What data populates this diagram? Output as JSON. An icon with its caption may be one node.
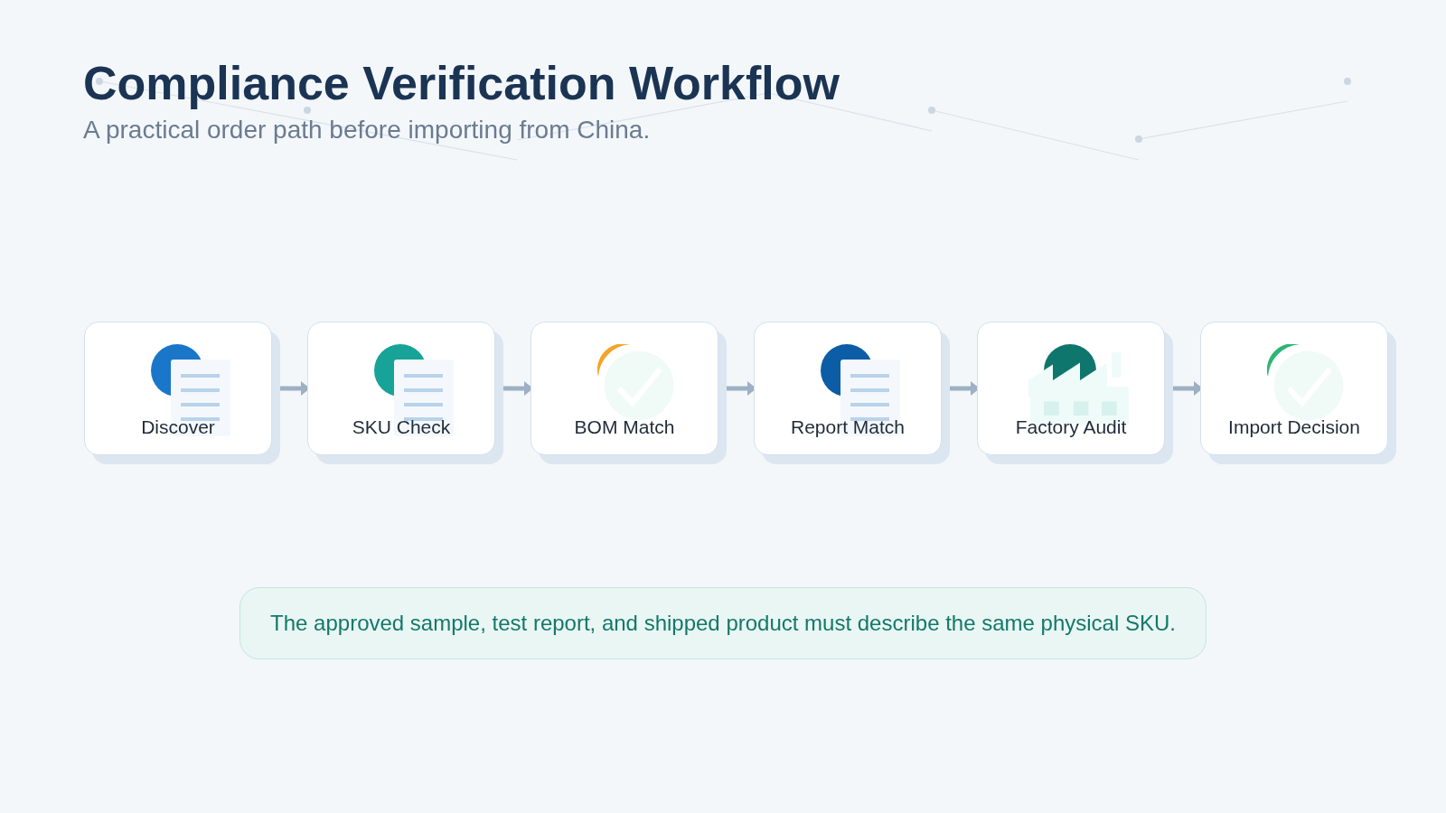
{
  "diagram": {
    "title": "Compliance Verification Workflow",
    "nodes": [
      {
        "text": [
          "Discover"
        ]
      },
      {
        "text": [
          "SKU Check"
        ]
      },
      {
        "text": [
          "BOM Match"
        ]
      },
      {
        "text": [
          "Report Match"
        ]
      },
      {
        "text": [
          "Factory Audit"
        ]
      },
      {
        "text": [
          "Import Decision"
        ]
      },
      {
        "text": [
          "The approved sample, test report, and shipped product must describe the same physical SKU."
        ]
      }
    ],
    "edges": [
      {
        "from": 0,
        "to": 1,
        "arrow": "to"
      },
      {
        "from": 1,
        "to": 2,
        "arrow": "to"
      },
      {
        "from": 2,
        "to": 3,
        "arrow": "to"
      },
      {
        "from": 3,
        "to": 4,
        "arrow": "to"
      },
      {
        "from": 4,
        "to": 5,
        "arrow": "to"
      }
    ],
    "labels": [
      "A practical order path before importing from China."
    ]
  }
}
